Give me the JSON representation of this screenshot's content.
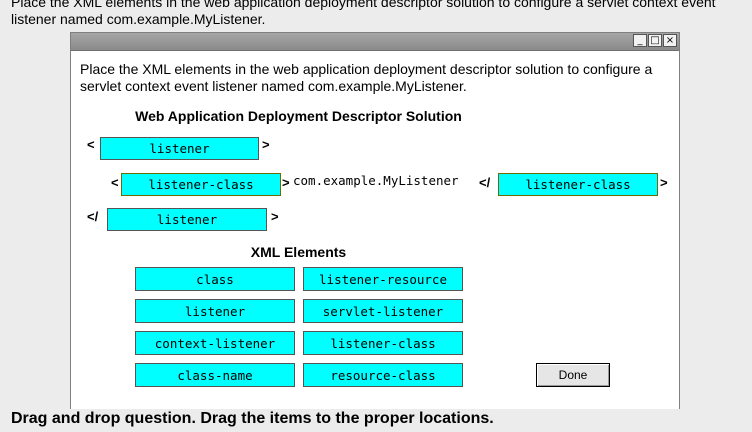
{
  "question_header": "Place the XML elements in the web application deployment descriptor solution to configure a servlet context event listener named com.example.MyListener.",
  "window": {
    "controls": [
      "_",
      "□",
      "×"
    ],
    "instructions": "Place the XML elements in the web application deployment descriptor solution to configure a servlet context event listener named com.example.MyListener.",
    "solution_title": "Web Application Deployment Descriptor Solution",
    "solution": {
      "open_bracket": "<",
      "close_bracket": ">",
      "end_bracket": "</",
      "slot1": "listener",
      "slot2": "listener-class",
      "class_value": "com.example.MyListener",
      "slot3": "listener-class",
      "slot4": "listener"
    },
    "elements_title": "XML Elements",
    "elements": [
      "class",
      "listener-resource",
      "listener",
      "servlet-listener",
      "context-listener",
      "listener-class",
      "class-name",
      "resource-class"
    ],
    "done_label": "Done"
  },
  "footer": "Drag and drop question. Drag the items to the proper locations."
}
